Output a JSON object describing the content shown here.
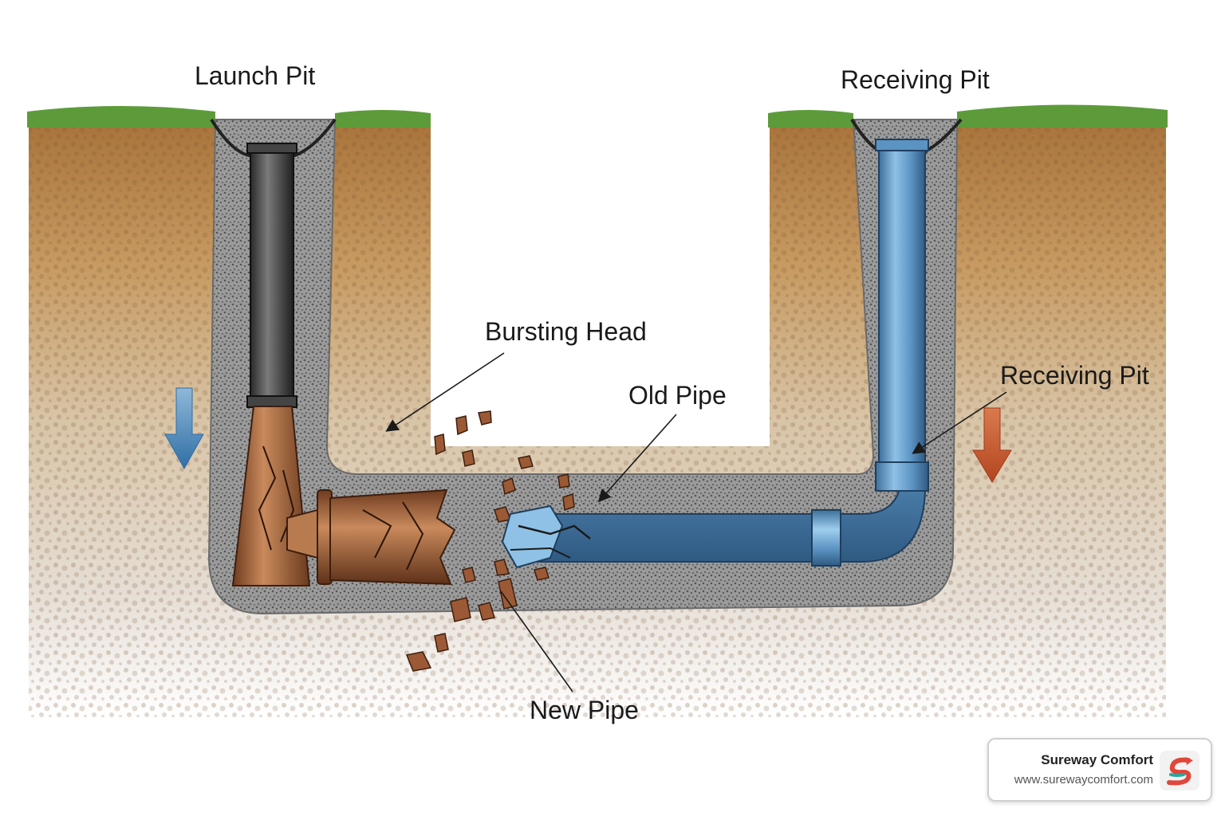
{
  "labels": {
    "launch_pit": "Launch Pit",
    "receiving_pit_top": "Receiving Pit",
    "bursting_head": "Bursting Head",
    "old_pipe": "Old Pipe",
    "receiving_pit_side": "Receiving Pit",
    "new_pipe": "New Pipe"
  },
  "brand": {
    "name": "Sureway Comfort",
    "url": "www.surewaycomfort.com",
    "logo_icon": "sureway-s-logo-icon"
  },
  "colors": {
    "soil_top": "#b07a3e",
    "soil_bottom": "#e4ddd3",
    "grass": "#5d9b3a",
    "gravel": "#8a8a8a",
    "new_pipe_blue": "#5b93c2",
    "old_pipe_brown": "#9b5a35",
    "arrow_blue": "#3f7fb5",
    "arrow_orange": "#c2522e"
  }
}
